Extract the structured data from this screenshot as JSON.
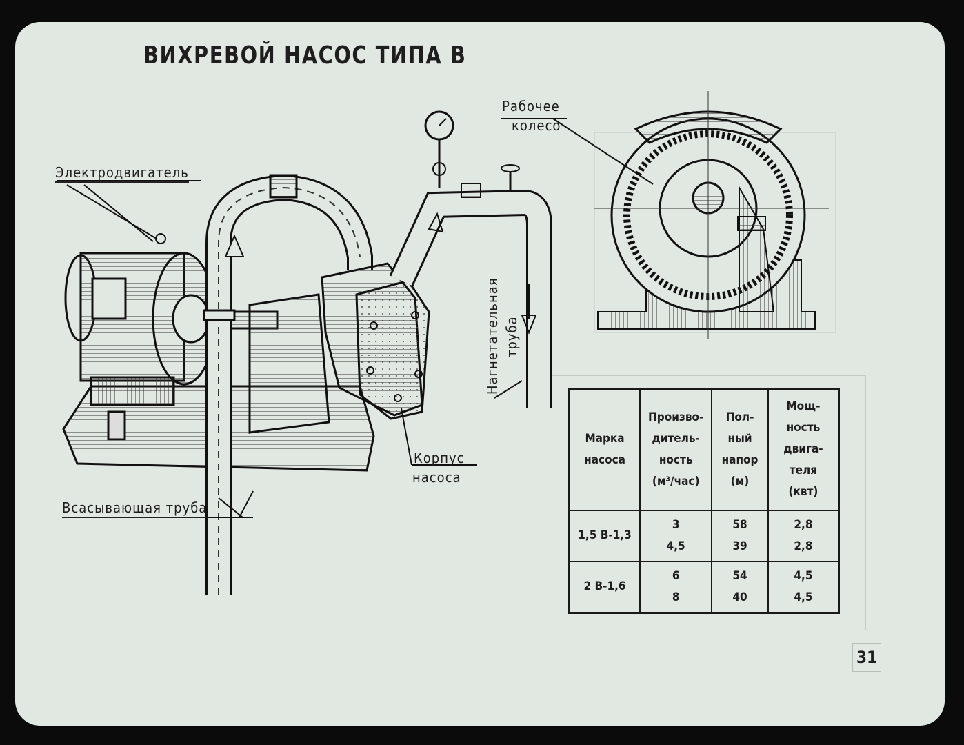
{
  "title": "ВИХРЕВОЙ НАСОС ТИПА В",
  "labels": {
    "motor": "Электродвигатель",
    "impeller_line1": "Рабочее",
    "impeller_line2": "колесо",
    "discharge_pipe_line1": "Нагнетательная",
    "discharge_pipe_line2": "труба",
    "pump_body_line1": "Корпус",
    "pump_body_line2": "насоса",
    "suction_pipe": "Всасывающая труба"
  },
  "table": {
    "headers": [
      [
        "Марка",
        "насоса"
      ],
      [
        "Произво-",
        "дитель-",
        "ность",
        "(м³/час)"
      ],
      [
        "Пол-",
        "ный",
        "напор",
        "(м)"
      ],
      [
        "Мощ-",
        "ность",
        "двига-",
        "теля",
        "(квт)"
      ]
    ],
    "rows": [
      {
        "brand": "1,5 В-1,3",
        "capacity": [
          "3",
          "4,5"
        ],
        "head": [
          "58",
          "39"
        ],
        "power": [
          "2,8",
          "2,8"
        ]
      },
      {
        "brand": "2 В-1,6",
        "capacity": [
          "6",
          "8"
        ],
        "head": [
          "54",
          "40"
        ],
        "power": [
          "4,5",
          "4,5"
        ]
      }
    ]
  },
  "page_number": "31"
}
